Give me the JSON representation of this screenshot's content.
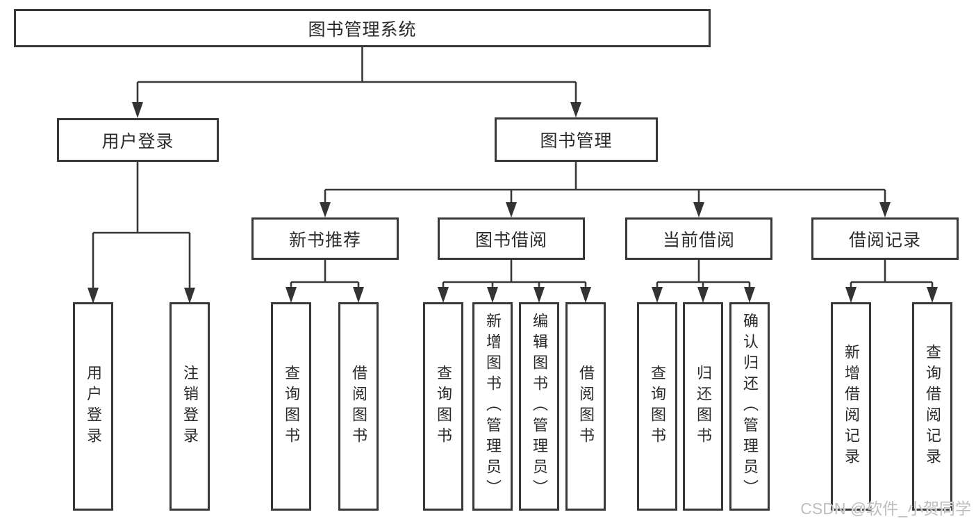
{
  "tree": {
    "root": {
      "label": "图书管理系统"
    },
    "branches": [
      {
        "label": "用户登录",
        "children": [
          {
            "label": "用户登录"
          },
          {
            "label": "注销登录"
          }
        ]
      },
      {
        "label": "图书管理",
        "groups": [
          {
            "label": "新书推荐",
            "children": [
              {
                "label": "查询图书"
              },
              {
                "label": "借阅图书"
              }
            ]
          },
          {
            "label": "图书借阅",
            "children": [
              {
                "label": "查询图书"
              },
              {
                "label": "新增图书（管理员）"
              },
              {
                "label": "编辑图书（管理员）"
              },
              {
                "label": "借阅图书"
              }
            ]
          },
          {
            "label": "当前借阅",
            "children": [
              {
                "label": "查询图书"
              },
              {
                "label": "归还图书"
              },
              {
                "label": "确认归还（管理员）"
              }
            ]
          },
          {
            "label": "借阅记录",
            "children": [
              {
                "label": "新增借阅记录"
              },
              {
                "label": "查询借阅记录"
              }
            ]
          }
        ]
      }
    ]
  },
  "watermark": "CSDN @软件_小贺同学",
  "colors": {
    "line": "#383838",
    "box_border": "#383838",
    "box_fill": "#ffffff",
    "text": "#2a2a2a",
    "watermark": "#bdbdbd",
    "background": "#ffffff"
  }
}
